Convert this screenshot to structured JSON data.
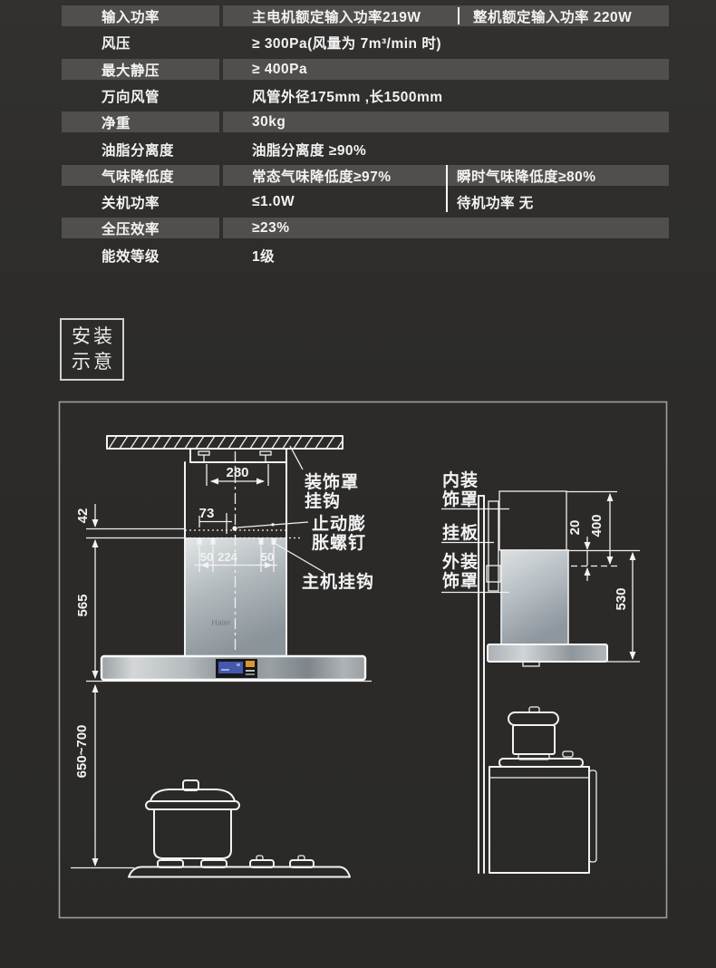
{
  "colors": {
    "background": "#2c2b29",
    "row_highlight": "#514f4b",
    "table_text": "#f3f3f3",
    "drawing_line": "#f2f2f2",
    "screen_blue": "#4657ae",
    "screen_orange": "#dc9730"
  },
  "spec_table": {
    "rows": [
      {
        "label": "输入功率",
        "value": "主电机额定输入功率219W",
        "value2": "整机额定输入功率 220W"
      },
      {
        "label": "风压",
        "value": "≥ 300Pa(风量为 7m³/min 时)"
      },
      {
        "label": "最大静压",
        "value": "≥ 400Pa"
      },
      {
        "label": "万向风管",
        "value": "风管外径175mm ,长1500mm"
      },
      {
        "label": "净重",
        "value": "30kg"
      },
      {
        "label": "油脂分离度",
        "value": "油脂分离度 ≥90%"
      },
      {
        "label": "气味降低度",
        "value": "常态气味降低度≥97%",
        "value2": "瞬时气味降低度≥80%"
      },
      {
        "label": "关机功率",
        "value": "≤1.0W",
        "value2": "待机功率 无"
      },
      {
        "label": "全压效率",
        "value": "≥23%"
      },
      {
        "label": "能效等级",
        "value": "1级"
      }
    ]
  },
  "badge": {
    "line1": "安装",
    "line2": "示意"
  },
  "diagram": {
    "front": {
      "dim_280": "280",
      "dim_73": "73",
      "dim_50a": "50",
      "dim_224": "224",
      "dim_50b": "50",
      "dim_42": "42",
      "dim_565": "565",
      "dim_650_700": "650~700",
      "label_cover_hook_1": "装饰罩",
      "label_cover_hook_2": "挂钩",
      "label_screw_1": "止动膨",
      "label_screw_2": "胀螺钉",
      "label_main_hook": "主机挂钩",
      "logo": "Haier"
    },
    "side": {
      "label_inner_1": "内装",
      "label_inner_2": "饰罩",
      "label_plate": "挂板",
      "label_outer_1": "外装",
      "label_outer_2": "饰罩",
      "dim_20": "20",
      "dim_400": "400",
      "dim_530": "530"
    }
  }
}
